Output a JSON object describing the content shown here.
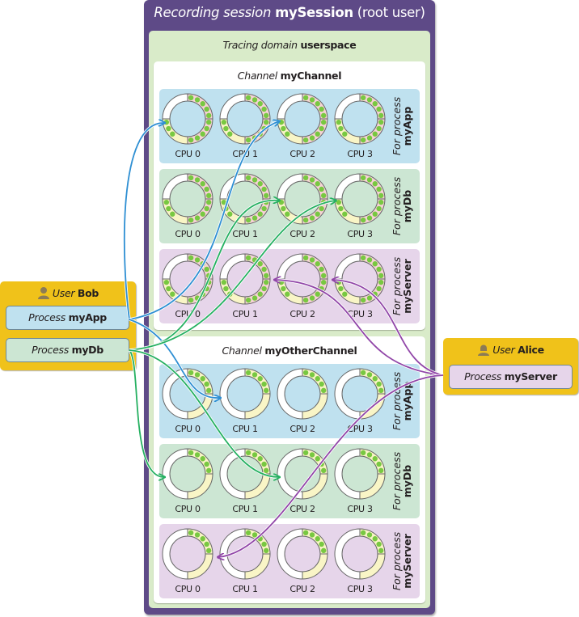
{
  "session": {
    "prefix": "Recording session ",
    "name": "mySession",
    "suffix": " (root user)"
  },
  "domain": {
    "prefix": "Tracing domain ",
    "name": "userspace"
  },
  "channels": [
    {
      "prefix": "Channel ",
      "name": "myChannel",
      "ring_style": "full",
      "rows": [
        {
          "process": "myApp",
          "for_label": "For process",
          "cpus": [
            "CPU 0",
            "CPU 1",
            "CPU 2",
            "CPU 3"
          ]
        },
        {
          "process": "myDb",
          "for_label": "For process",
          "cpus": [
            "CPU 0",
            "CPU 1",
            "CPU 2",
            "CPU 3"
          ]
        },
        {
          "process": "myServer",
          "for_label": "For process",
          "cpus": [
            "CPU 0",
            "CPU 1",
            "CPU 2",
            "CPU 3"
          ]
        }
      ]
    },
    {
      "prefix": "Channel ",
      "name": "myOtherChannel",
      "ring_style": "half",
      "rows": [
        {
          "process": "myApp",
          "for_label": "For process",
          "cpus": [
            "CPU 0",
            "CPU 1",
            "CPU 2",
            "CPU 3"
          ]
        },
        {
          "process": "myDb",
          "for_label": "For process",
          "cpus": [
            "CPU 0",
            "CPU 1",
            "CPU 2",
            "CPU 3"
          ]
        },
        {
          "process": "myServer",
          "for_label": "For process",
          "cpus": [
            "CPU 0",
            "CPU 1",
            "CPU 2",
            "CPU 3"
          ]
        }
      ]
    }
  ],
  "users": [
    {
      "prefix": "User ",
      "name": "Bob",
      "icon": "user-male-icon",
      "processes": [
        {
          "prefix": "Process ",
          "name": "myApp"
        },
        {
          "prefix": "Process ",
          "name": "myDb"
        }
      ]
    },
    {
      "prefix": "User ",
      "name": "Alice",
      "icon": "user-female-icon",
      "processes": [
        {
          "prefix": "Process ",
          "name": "myServer"
        }
      ]
    }
  ],
  "colors": {
    "session": "#5e4a87",
    "domain": "#d9ebc9",
    "user": "#f0c21a",
    "app": "#bfe1ef",
    "db": "#cce6d3",
    "server": "#e6d5ea",
    "arrow_app": "#2e8fd3",
    "arrow_db": "#25b061",
    "arrow_server": "#9146a8",
    "sub_full": "#f6d3d6",
    "sub_partial": "#f9f5c6",
    "event_dot": "#78c841"
  }
}
